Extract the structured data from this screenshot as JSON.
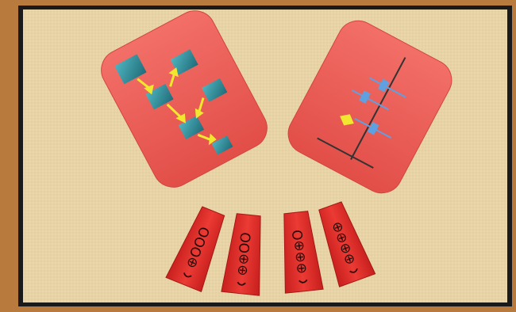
{
  "scene": {
    "colors": {
      "outer_frame": "#b97a3e",
      "border": "#1a1a1a",
      "board": "#e7d3a6",
      "card": "#ee5c55",
      "piece": "#e5332f",
      "module_box": "#2f8d9a",
      "arrow": "#f2e72f",
      "connector": "#5fa0e0",
      "diamond": "#f2e72f",
      "line": "#333333"
    }
  },
  "cards": [
    {
      "id": "flowchart-card",
      "icon": "flowchart-diagram-icon",
      "kind": "flowchart"
    },
    {
      "id": "sequence-card",
      "icon": "sequence-diagram-icon",
      "kind": "lifeline-diagram"
    }
  ],
  "pieces": [
    {
      "id": "piece-1",
      "glyphs": "⊕OOO"
    },
    {
      "id": "piece-2",
      "glyphs": "⊕⊕OO"
    },
    {
      "id": "piece-3",
      "glyphs": "⊕⊕⊕O"
    },
    {
      "id": "piece-4",
      "glyphs": "⊕⊕⊕⊕"
    }
  ]
}
